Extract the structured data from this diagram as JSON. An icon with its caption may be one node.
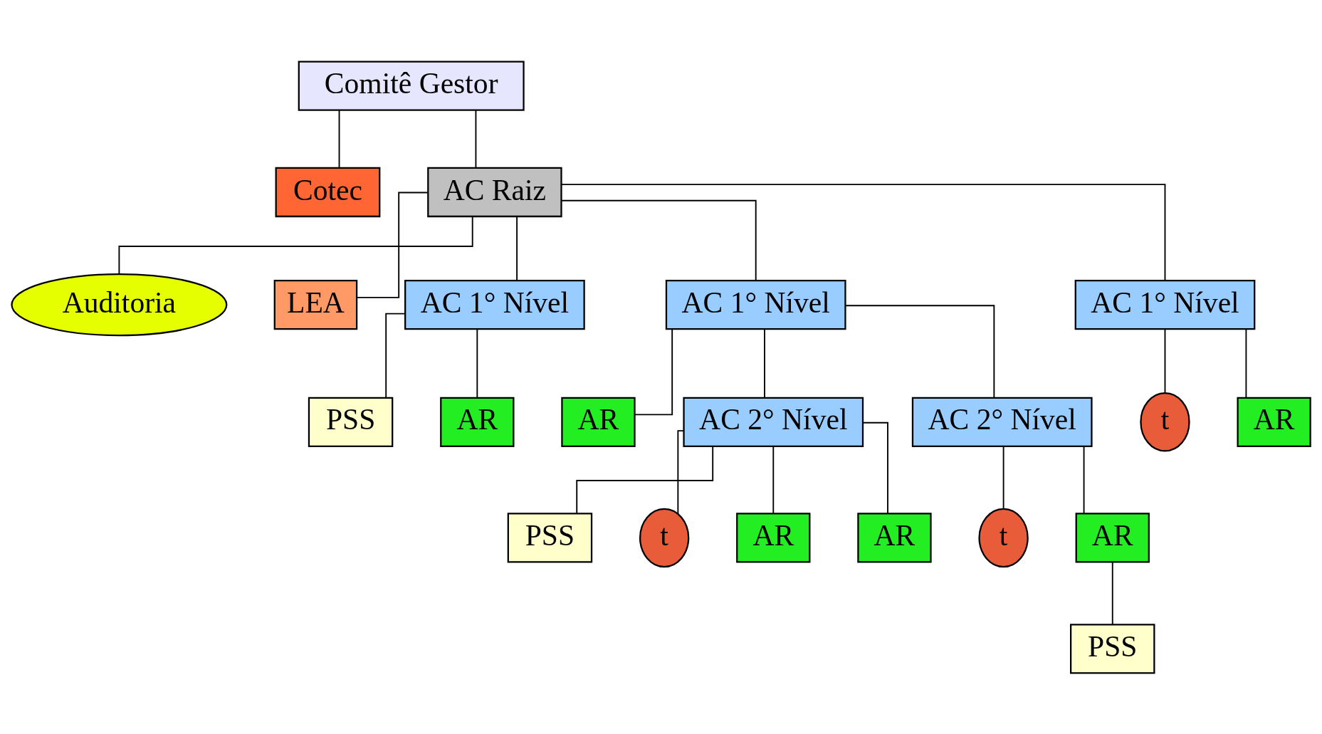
{
  "diagram": {
    "nodes": [
      {
        "text": [
          "Comitê Gestor"
        ]
      },
      {
        "text": [
          "Cotec"
        ]
      },
      {
        "text": [
          "AC Raiz"
        ]
      },
      {
        "text": [
          "Auditoria"
        ]
      },
      {
        "text": [
          "LEA"
        ]
      },
      {
        "text": [
          "PSS"
        ]
      },
      {
        "text": [
          "AC 1° Nível"
        ]
      },
      {
        "text": [
          "AR"
        ]
      },
      {
        "text": [
          "AC 1° Nível"
        ]
      },
      {
        "text": [
          "AR"
        ]
      },
      {
        "text": [
          "AC 1° Nível"
        ]
      },
      {
        "text": [
          "t"
        ]
      },
      {
        "text": [
          "AR"
        ]
      },
      {
        "text": [
          "PSS"
        ]
      },
      {
        "text": [
          "AC 2° Nível"
        ]
      },
      {
        "text": [
          "t"
        ]
      },
      {
        "text": [
          "AC 2° Nível"
        ]
      },
      {
        "text": [
          "AR"
        ]
      },
      {
        "text": [
          "t"
        ]
      },
      {
        "text": [
          "AR"
        ]
      },
      {
        "text": [
          "PSS"
        ]
      },
      {
        "text": [
          "AR"
        ]
      }
    ],
    "edges": [
      {
        "from": 0,
        "to": 2,
        "arrow": "none"
      },
      {
        "from": 0,
        "to": 1,
        "arrow": "none"
      },
      {
        "from": 2,
        "to": 3,
        "arrow": "none"
      },
      {
        "from": 2,
        "to": 4,
        "arrow": "none"
      },
      {
        "from": 2,
        "to": 6,
        "arrow": "none"
      },
      {
        "from": 2,
        "to": 8,
        "arrow": "none"
      },
      {
        "from": 2,
        "to": 10,
        "arrow": "none"
      },
      {
        "from": 6,
        "to": 5,
        "arrow": "none"
      },
      {
        "from": 6,
        "to": 7,
        "arrow": "none"
      },
      {
        "from": 8,
        "to": 9,
        "arrow": "none"
      },
      {
        "from": 10,
        "to": 11,
        "arrow": "none"
      },
      {
        "from": 10,
        "to": 12,
        "arrow": "none"
      },
      {
        "from": 8,
        "to": 14,
        "arrow": "none"
      },
      {
        "from": 8,
        "to": 16,
        "arrow": "none"
      },
      {
        "from": 14,
        "to": 13,
        "arrow": "none"
      },
      {
        "from": 14,
        "to": 15,
        "arrow": "none"
      },
      {
        "from": 14,
        "to": 17,
        "arrow": "none"
      },
      {
        "from": 14,
        "to": 21,
        "arrow": "none"
      },
      {
        "from": 16,
        "to": 18,
        "arrow": "none"
      },
      {
        "from": 16,
        "to": 19,
        "arrow": "none"
      },
      {
        "from": 19,
        "to": 20,
        "arrow": "none"
      }
    ]
  }
}
